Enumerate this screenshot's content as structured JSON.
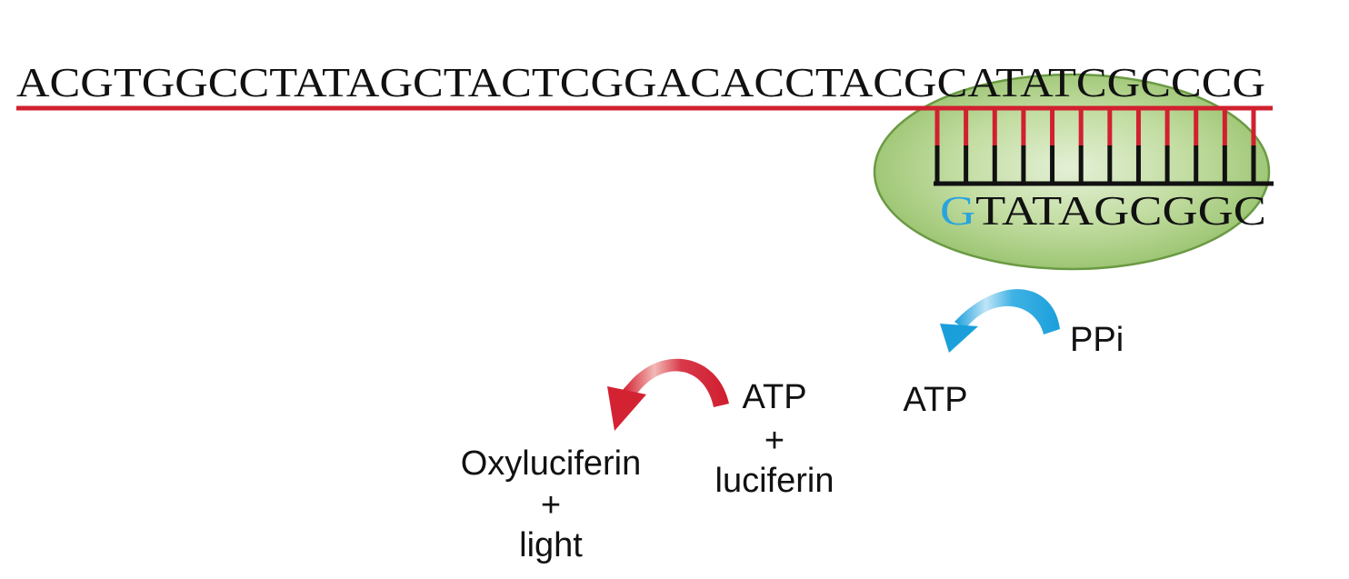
{
  "template_strand": {
    "sequence": "ACGTGGCCTATAGCTACTCGGACACCTACGCATATCGCCCG"
  },
  "synthesized_strand": {
    "new_base": "G",
    "existing_bases": "TATAGCGGC",
    "base_pairs": 12
  },
  "reactions": {
    "ppi_label": "PPi",
    "atp_product_label": "ATP",
    "atp_reactant_label": "ATP",
    "plus_1": "+",
    "luciferin_label": "luciferin",
    "oxyluciferin_label": "Oxyluciferin",
    "plus_2": "+",
    "light_label": "light"
  },
  "colors": {
    "template_line": "#d1202f",
    "new_strand_line": "#111111",
    "new_base": "#2aa4dc",
    "polymerase_fill": "#a6cc7d",
    "polymerase_stroke": "#6a9a43",
    "blue_arrow": "#1fa3dc",
    "red_arrow": "#d32232"
  },
  "icons": {
    "polymerase": "green-ellipse",
    "reaction_arrows": "curved-arrow"
  }
}
